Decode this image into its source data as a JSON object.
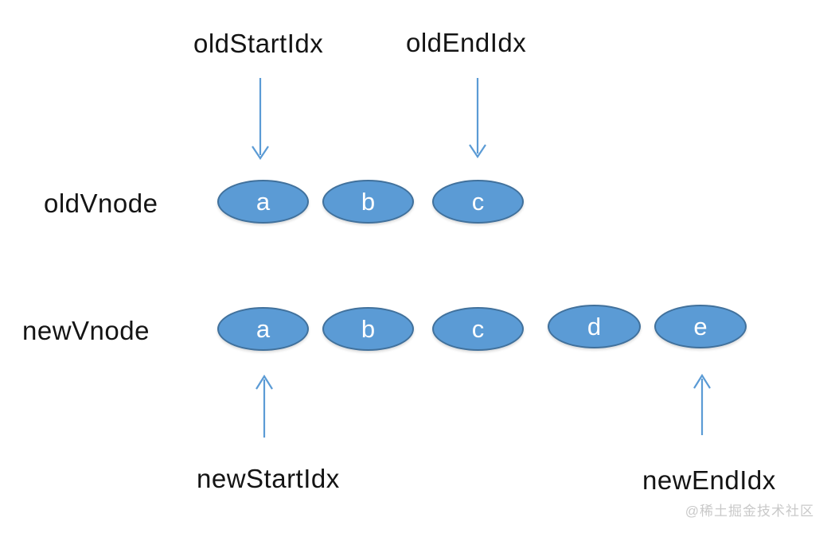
{
  "diagram": {
    "title_context": "vnode diff pointers",
    "pointers": {
      "old_start": "oldStartIdx",
      "old_end": "oldEndIdx",
      "new_start": "newStartIdx",
      "new_end": "newEndIdx"
    },
    "rows": [
      {
        "label": "oldVnode",
        "nodes": [
          "a",
          "b",
          "c"
        ]
      },
      {
        "label": "newVnode",
        "nodes": [
          "a",
          "b",
          "c",
          "d",
          "e"
        ]
      }
    ],
    "colors": {
      "node_fill": "#5b9bd5",
      "node_border": "#41719c",
      "node_text": "#ffffff",
      "arrow": "#5b9bd5",
      "label_text": "#141414",
      "watermark_text": "#c9c9c9",
      "background": "#ffffff"
    },
    "icons": {
      "arrow_down": "arrow-down-icon",
      "arrow_up": "arrow-up-icon"
    },
    "watermark": "@稀土掘金技术社区"
  }
}
